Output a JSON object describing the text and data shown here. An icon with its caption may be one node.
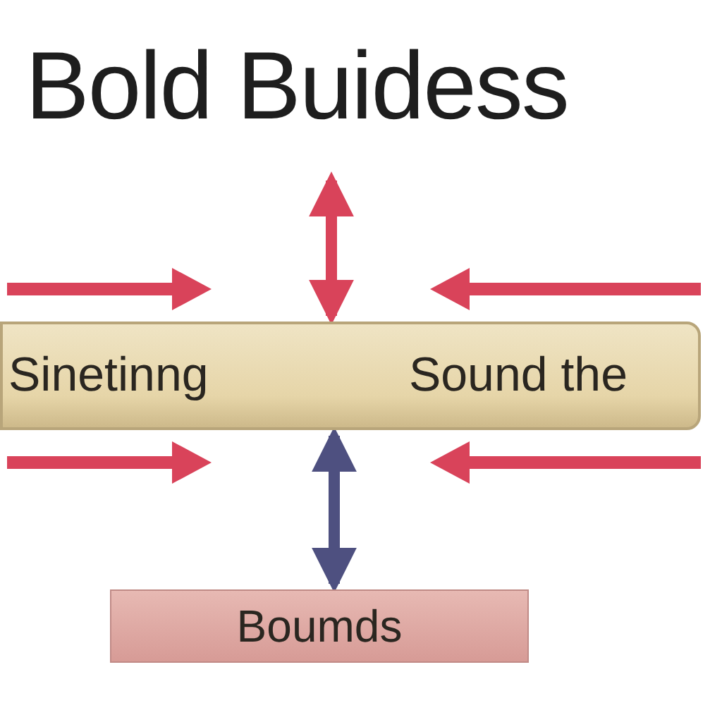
{
  "diagram": {
    "title": "Bold Buidess",
    "nodes": [
      {
        "text": [
          "Sinetinng",
          "Sound the"
        ]
      },
      {
        "text": [
          "Boumds"
        ]
      }
    ],
    "edges": [
      {
        "from": null,
        "to": 0,
        "arrow": "both",
        "color": "#d9435a"
      },
      {
        "from": 0,
        "to": 1,
        "arrow": "both",
        "color": "#4e5080"
      }
    ]
  }
}
